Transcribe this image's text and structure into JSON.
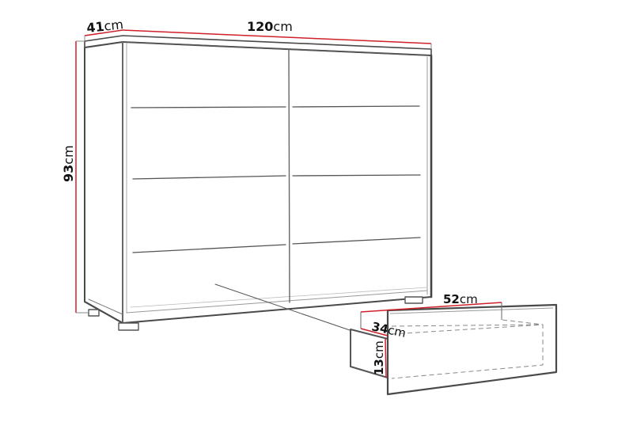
{
  "diagram": {
    "type": "furniture-dimension-drawing",
    "subject": "chest of drawers (8 drawers) with detached drawer detail",
    "colors": {
      "outline": "#4a4a4a",
      "outline_light": "#8a8a8a",
      "dimension_line": "#d0202a",
      "text": "#111111",
      "background": "#ffffff"
    },
    "dimensions": {
      "depth": {
        "value": "41",
        "unit": "cm"
      },
      "width": {
        "value": "120",
        "unit": "cm"
      },
      "height": {
        "value": "93",
        "unit": "cm"
      }
    },
    "drawer_detail": {
      "width": {
        "value": "52",
        "unit": "cm"
      },
      "depth": {
        "value": "34",
        "unit": "cm"
      },
      "height": {
        "value": "13",
        "unit": "cm"
      }
    },
    "drawer_count": 8,
    "columns": 2,
    "rows": 4
  }
}
